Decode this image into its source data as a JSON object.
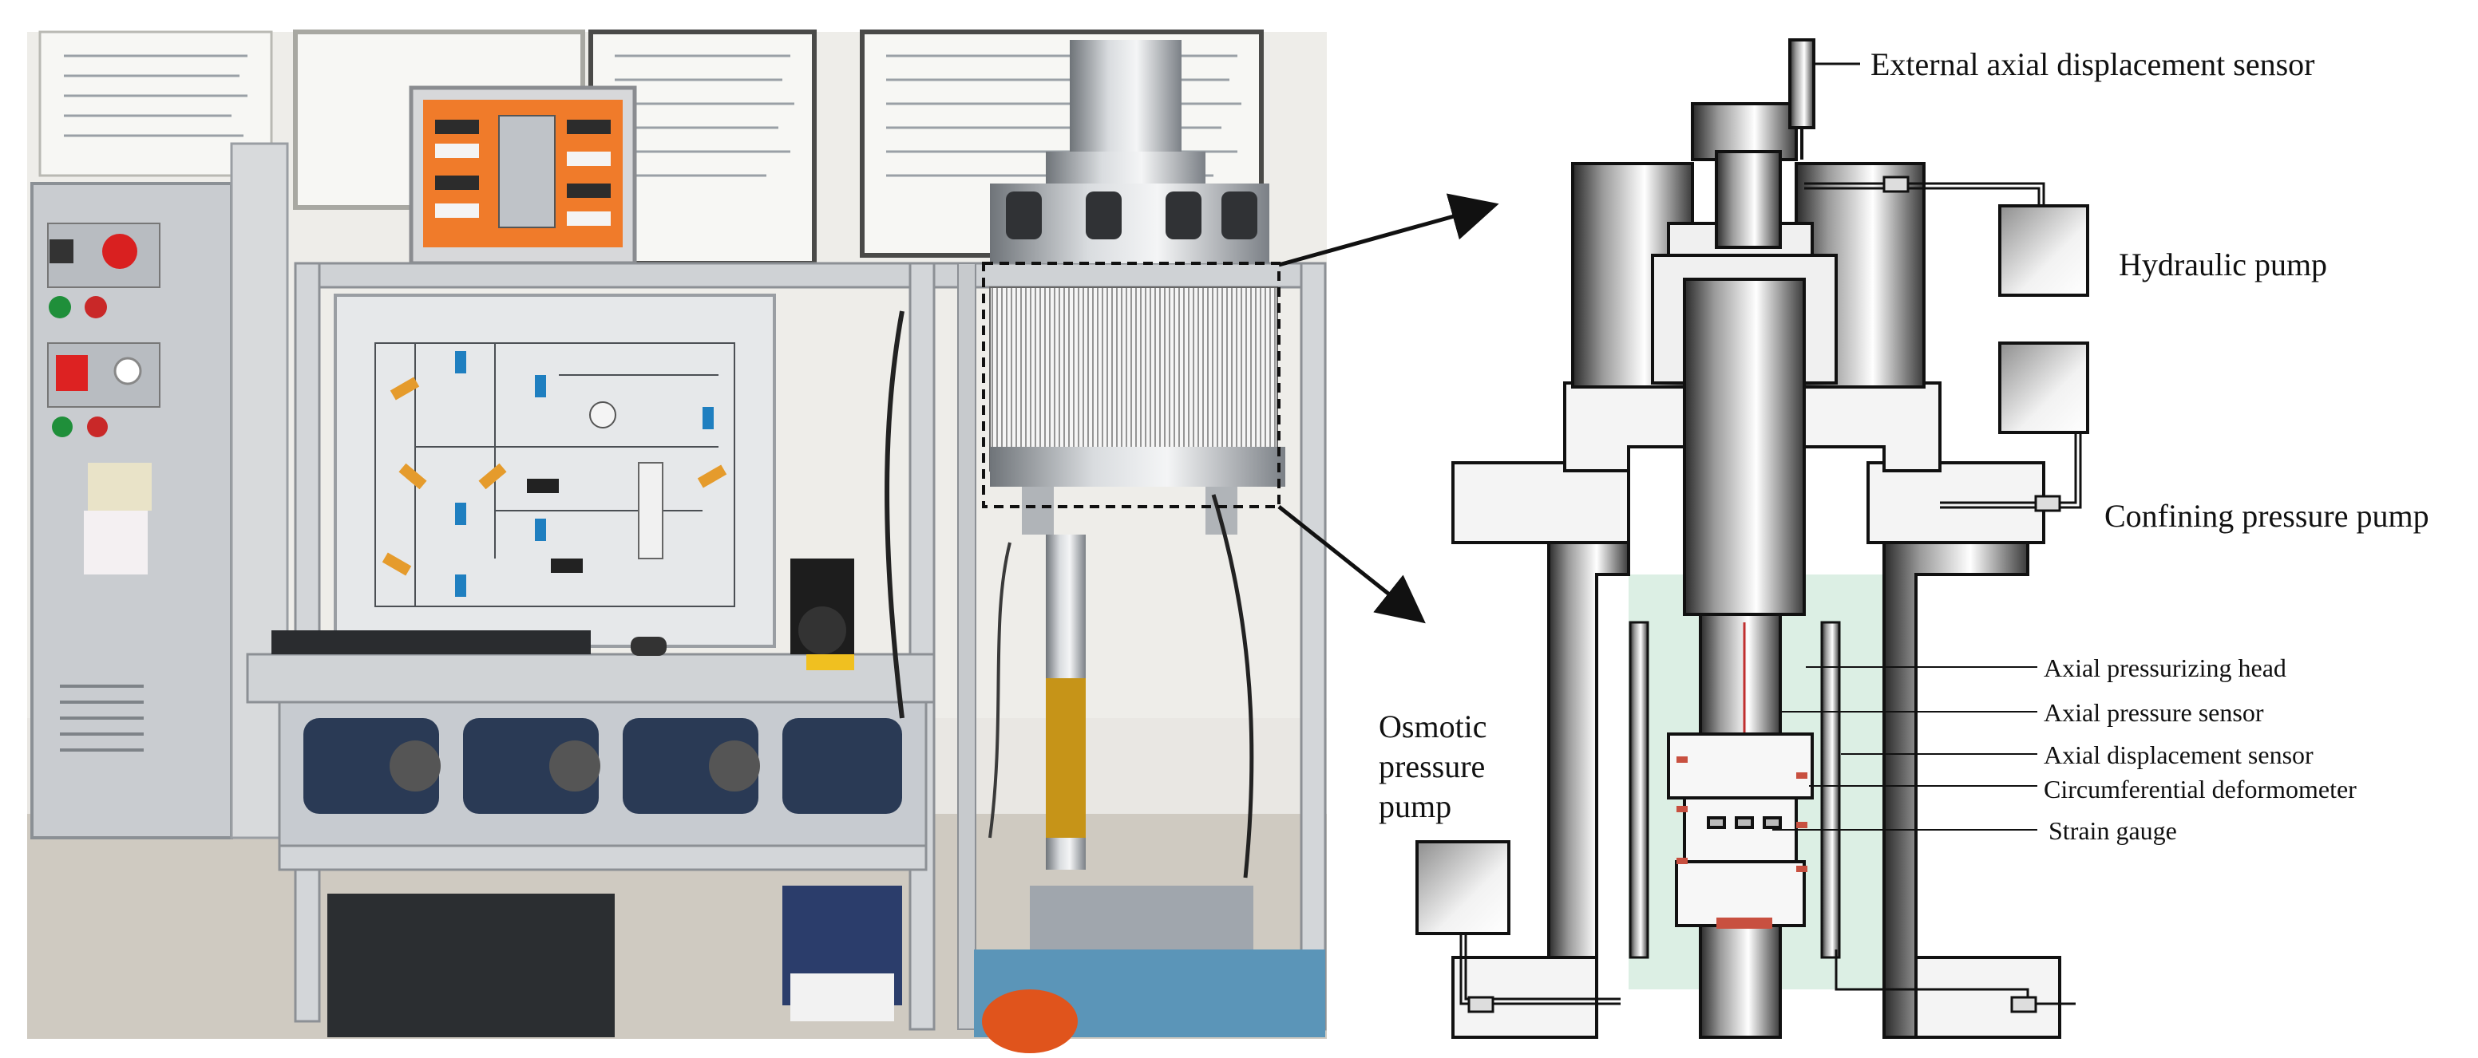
{
  "labels": {
    "external_axial_displacement_sensor": "External axial displacement sensor",
    "hydraulic_pump": "Hydraulic pump",
    "confining_pressure_pump": "Confining pressure pump",
    "osmotic_line1": "Osmotic",
    "osmotic_line2": "pressure",
    "osmotic_line3": "pump",
    "axial_pressurizing_head": "Axial pressurizing head",
    "axial_pressure_sensor": "Axial pressure sensor",
    "axial_displacement_sensor": "Axial displacement sensor",
    "circumferential_deformometer": "Circumferential deformometer",
    "strain_gauge": "Strain gauge"
  },
  "colors": {
    "fluid_chamber": "#dcefe4",
    "screen_accent": "#f07b2a",
    "cabinet": "#c9ccd0"
  }
}
